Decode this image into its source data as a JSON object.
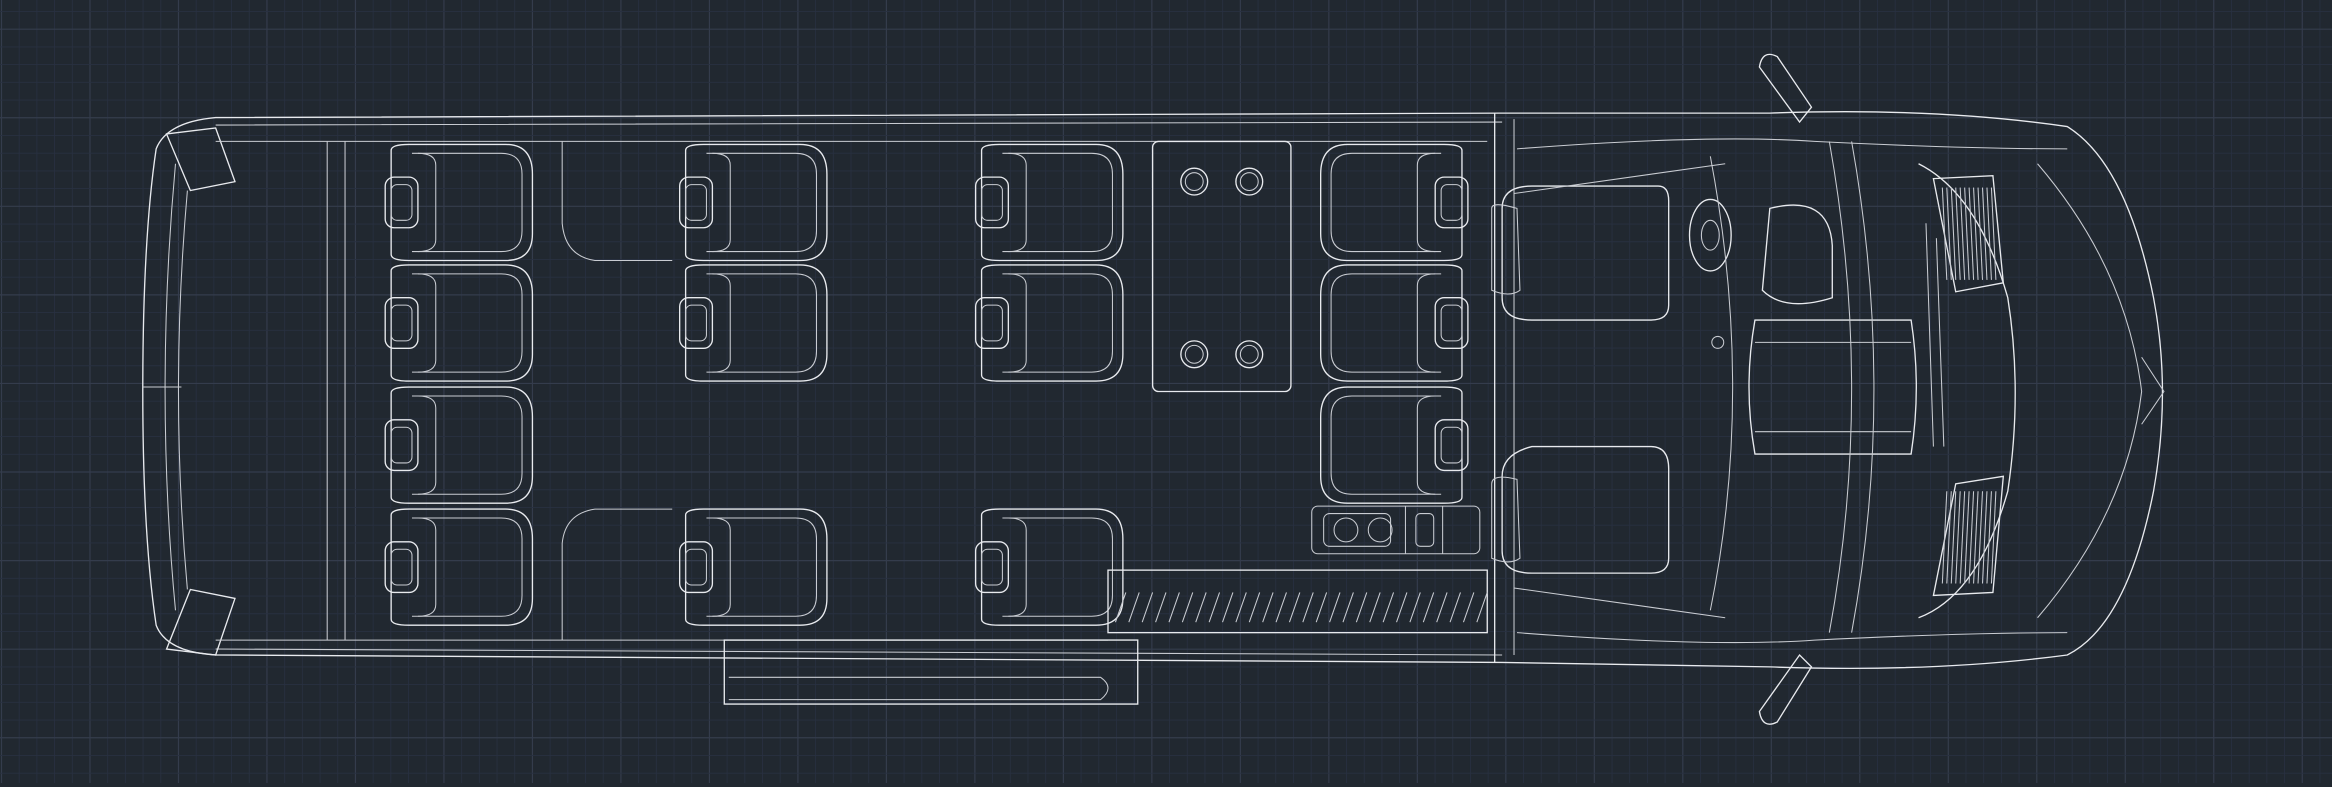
{
  "colors": {
    "background": "#212830",
    "grid_minor": "#283040",
    "grid_major": "#343c4c",
    "linework": "#e8eaee"
  },
  "layout": {
    "rear_bench_seats": 4,
    "middle_left_seats": 3,
    "middle_right_seats": 3,
    "rear_facing_seats": 3,
    "front_seats": 2
  }
}
